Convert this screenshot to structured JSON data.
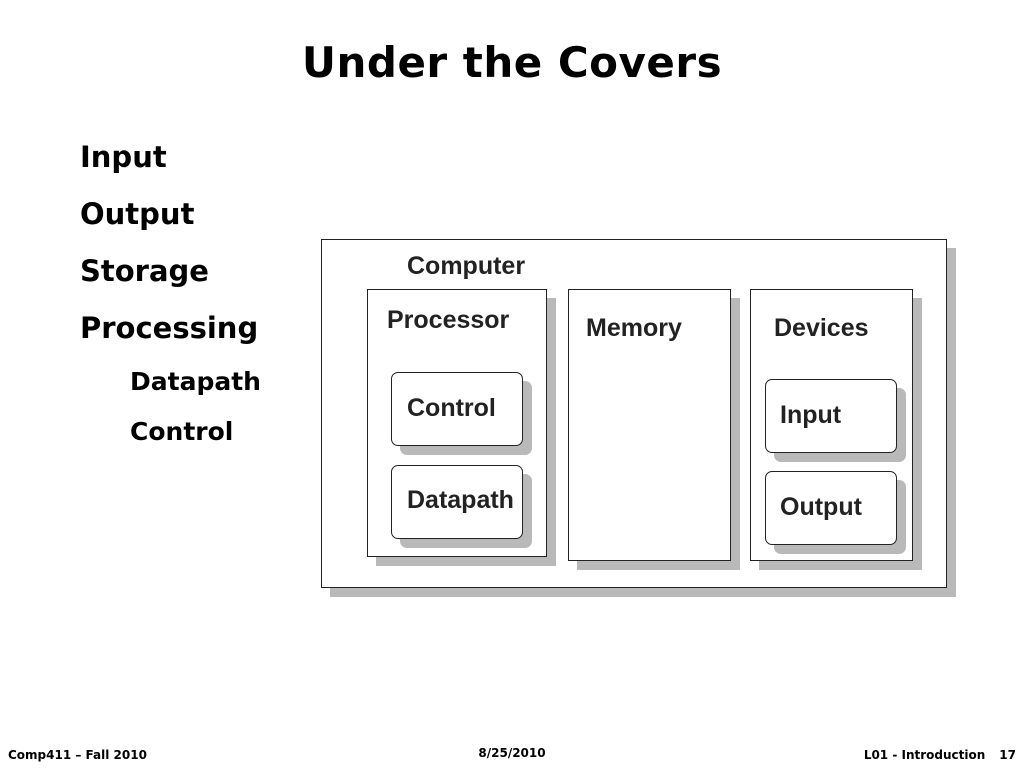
{
  "slide": {
    "title": "Under the Covers"
  },
  "bullets": [
    {
      "text": "Input",
      "level": 1
    },
    {
      "text": "Output",
      "level": 1
    },
    {
      "text": "Storage",
      "level": 1
    },
    {
      "text": "Processing",
      "level": 1
    },
    {
      "text": "Datapath",
      "level": 2
    },
    {
      "text": "Control",
      "level": 2
    }
  ],
  "diagram": {
    "computer_label": "Computer",
    "processor_label": "Processor",
    "control_label": "Control",
    "datapath_label": "Datapath",
    "memory_label": "Memory",
    "devices_label": "Devices",
    "input_label": "Input",
    "output_label": "Output",
    "shadow_color": "#b9b9b9",
    "border_color": "#222222"
  },
  "footer": {
    "left": "Comp411 – Fall 2010",
    "center": "8/25/2010",
    "right_section": "L01 - Introduction",
    "page_number": "17"
  }
}
